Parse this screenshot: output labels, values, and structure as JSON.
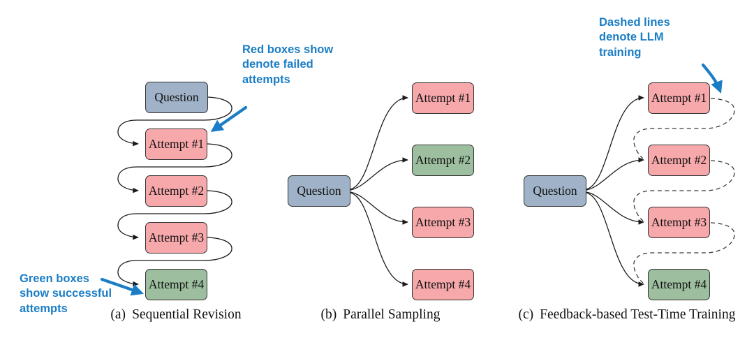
{
  "figure": {
    "background": "#ffffff"
  },
  "colors": {
    "question": "#9fb2c7",
    "failed": "#f7a8ab",
    "success": "#9dbf9f",
    "box_border": "#333333",
    "edge": "#1a1a1a",
    "annotation_blue": "#1a7dc5"
  },
  "annotations": {
    "red_note": "Red boxes show\ndenote failed\nattempts",
    "green_note": "Green boxes\nshow successful\nattempts",
    "dashed_note": "Dashed lines\ndenote LLM\ntraining"
  },
  "panels": [
    {
      "caption_label": "(a)",
      "caption_title": "Sequential Revision",
      "nodes": [
        {
          "label": "Question",
          "type": "question"
        },
        {
          "label": "Attempt #1",
          "type": "failed"
        },
        {
          "label": "Attempt #2",
          "type": "failed"
        },
        {
          "label": "Attempt #3",
          "type": "failed"
        },
        {
          "label": "Attempt #4",
          "type": "success"
        }
      ]
    },
    {
      "caption_label": "(b)",
      "caption_title": "Parallel Sampling",
      "nodes": [
        {
          "label": "Question",
          "type": "question"
        },
        {
          "label": "Attempt #1",
          "type": "failed"
        },
        {
          "label": "Attempt #2",
          "type": "success"
        },
        {
          "label": "Attempt #3",
          "type": "failed"
        },
        {
          "label": "Attempt #4",
          "type": "failed"
        }
      ]
    },
    {
      "caption_label": "(c)",
      "caption_title": "Feedback-based Test-Time Training",
      "nodes": [
        {
          "label": "Question",
          "type": "question"
        },
        {
          "label": "Attempt #1",
          "type": "failed"
        },
        {
          "label": "Attempt #2",
          "type": "failed"
        },
        {
          "label": "Attempt #3",
          "type": "failed"
        },
        {
          "label": "Attempt #4",
          "type": "success"
        }
      ]
    }
  ]
}
